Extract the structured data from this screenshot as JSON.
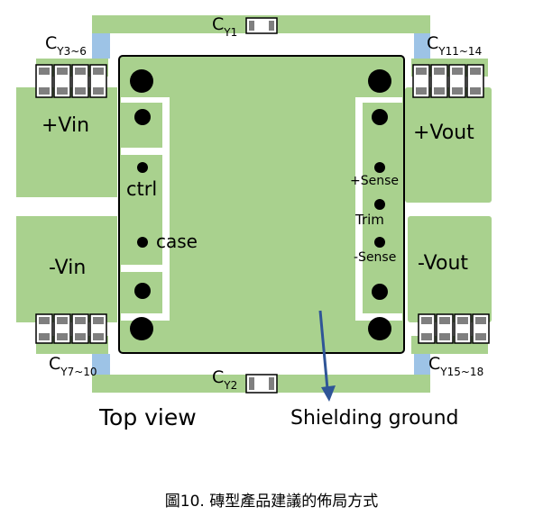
{
  "colors": {
    "pad": "#a9d18e",
    "gap": "#9dc3e6",
    "outline": "#000000",
    "arrow": "#2f5597",
    "cap_body": "#7f7f7f",
    "cap_fill": "#ffffff"
  },
  "labels": {
    "plus_vin": "+Vin",
    "minus_vin": "-Vin",
    "plus_vout": "+Vout",
    "minus_vout": "-Vout",
    "ctrl": "ctrl",
    "case": "case",
    "plus_sense": "+Sense",
    "trim": "Trim",
    "minus_sense": "-Sense",
    "top_view": "Top view",
    "shielding_ground": "Shielding ground"
  },
  "capacitors": {
    "cy1": {
      "main": "C",
      "sub": "Y1"
    },
    "cy2": {
      "main": "C",
      "sub": "Y2"
    },
    "cy3": {
      "main": "C",
      "sub": "Y3~6"
    },
    "cy7": {
      "main": "C",
      "sub": "Y7~10"
    },
    "cy11": {
      "main": "C",
      "sub": "Y11~14"
    },
    "cy15": {
      "main": "C",
      "sub": "Y15~18"
    }
  },
  "caption": "圖10. 磚型產品建議的佈局方式"
}
